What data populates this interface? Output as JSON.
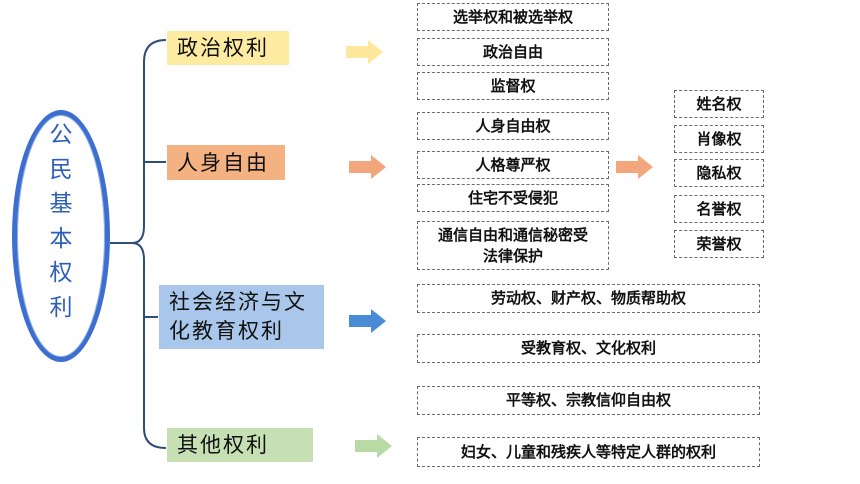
{
  "center": {
    "chars": [
      "公",
      "民",
      "基",
      "本",
      "权",
      "利"
    ]
  },
  "categories": {
    "political": "政治权利",
    "personal": "人身自由",
    "social_line1": "社会经济与文",
    "social_line2": "化教育权利",
    "other": "其他权利"
  },
  "political_items": [
    "选举权和被选举权",
    "政治自由",
    "监督权"
  ],
  "personal_items": [
    "人身自由权",
    "人格尊严权",
    "住宅不受侵犯"
  ],
  "personal_item_comm_line1": "通信自由和通信秘密受",
  "personal_item_comm_line2": "法律保护",
  "dignity_items": [
    "姓名权",
    "肖像权",
    "隐私权",
    "名誉权",
    "荣誉权"
  ],
  "social_items": [
    "劳动权、财产权、物质帮助权",
    "受教育权、文化权利"
  ],
  "other_items": [
    "平等权、宗教信仰自由权",
    "妇女、儿童和残疾人等特定人群的权利"
  ],
  "colors": {
    "oval_border": "#3d6fd1",
    "bracket": "#2e4d7b",
    "political": "#fdeba1",
    "personal": "#f4b182",
    "social": "#a8c7ea",
    "other": "#c6e0b4",
    "arrow_political": "#fde79c",
    "arrow_personal": "#f3a67c",
    "arrow_social": "#4a8bd6",
    "arrow_other": "#b8dba5"
  }
}
